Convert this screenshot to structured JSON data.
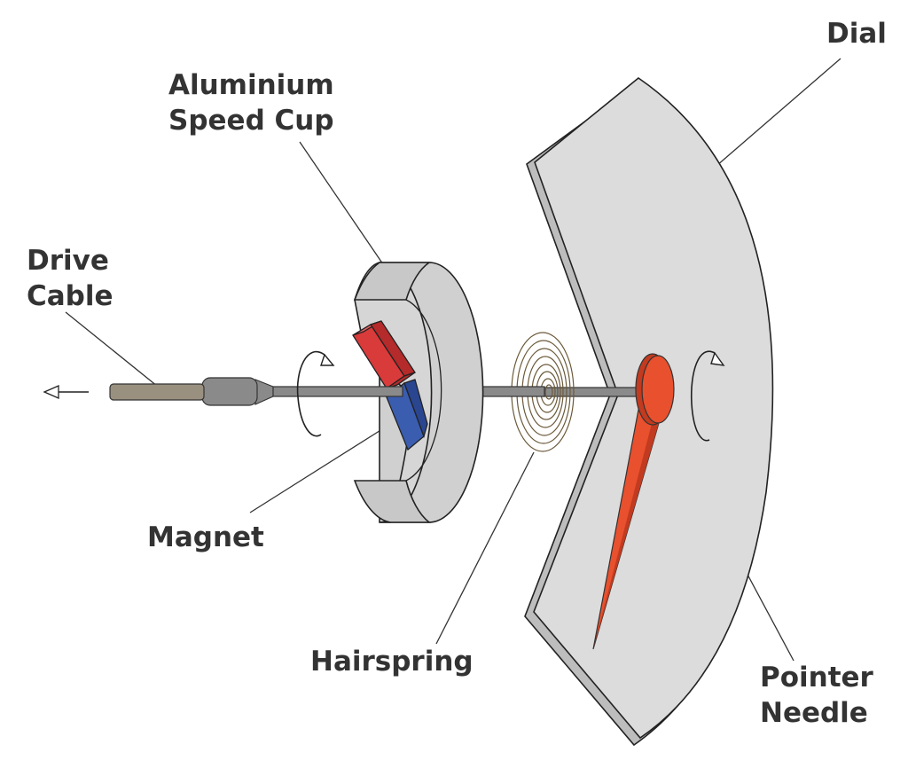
{
  "labels": {
    "dial": "Dial",
    "speed_cup": [
      "Aluminium",
      "Speed Cup"
    ],
    "drive_cable": [
      "Drive",
      "Cable"
    ],
    "magnet": "Magnet",
    "hairspring": "Hairspring",
    "pointer_needle": [
      "Pointer",
      "Needle"
    ]
  },
  "colors": {
    "dial_fill": "#dcdcdc",
    "cup_fill": "#d3d3d3",
    "magnet_red": "#d93a3a",
    "magnet_blue": "#3a5db0",
    "needle": "#e8502e",
    "shaft": "#888888",
    "cable": "#9a9080",
    "hairspring": "#6b5a3a",
    "text": "#333333"
  },
  "icons": [
    "rotation-arrow-icon",
    "direction-arrow-icon"
  ]
}
